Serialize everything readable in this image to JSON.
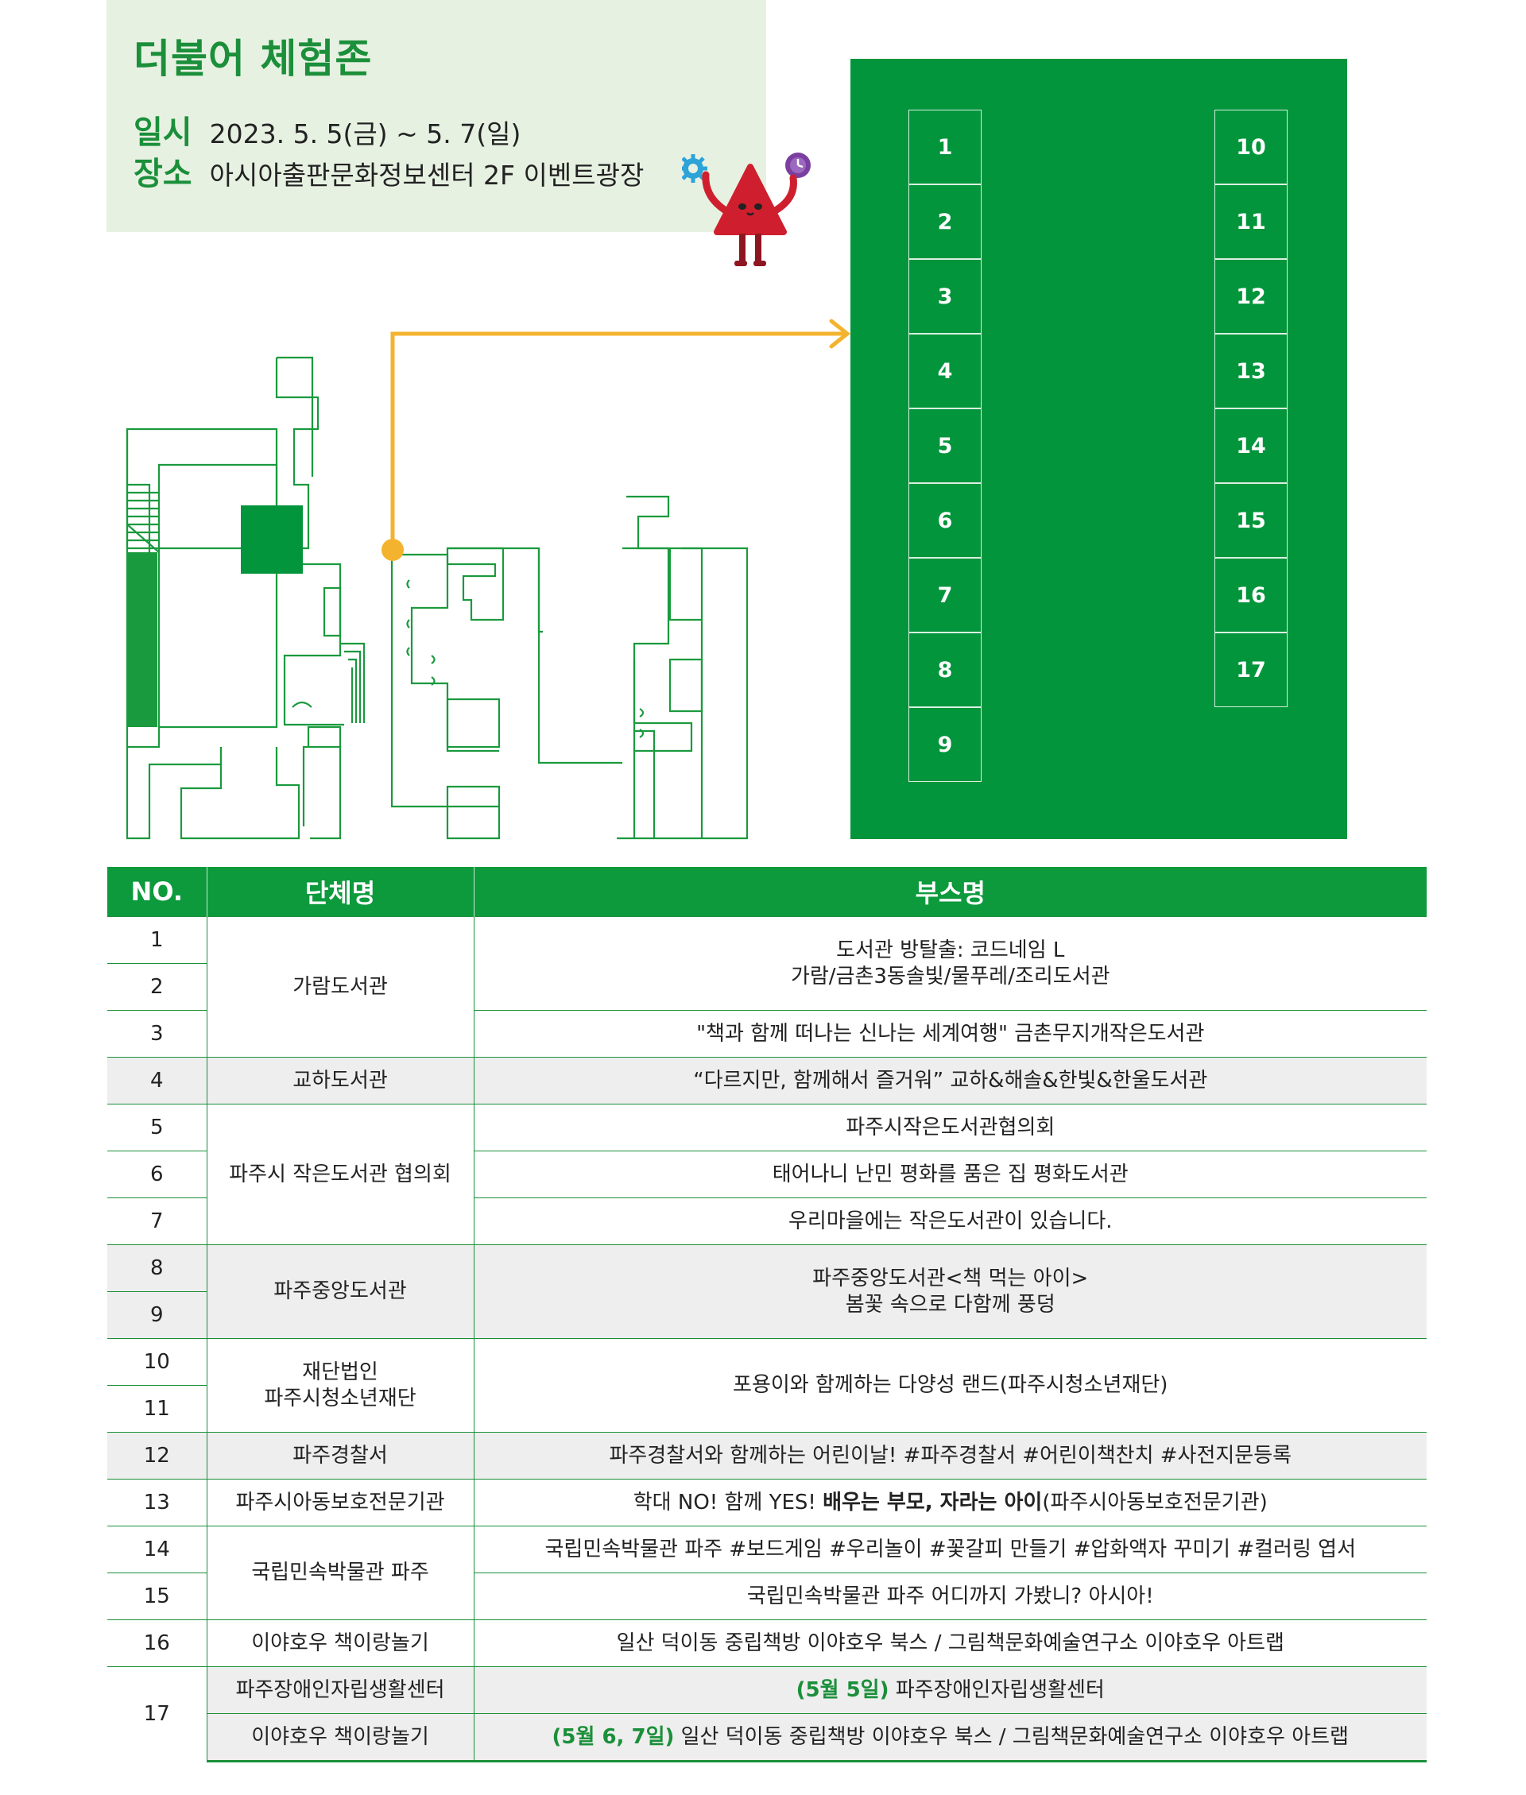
{
  "header": {
    "title": "더불어 체험존",
    "date_label": "일시",
    "date_value": "2023. 5. 5(금) ~ 5. 7(일)",
    "place_label": "장소",
    "place_value": "아시아출판문화정보센터 2F 이벤트광장"
  },
  "booth_map": {
    "left_column": [
      "1",
      "2",
      "3",
      "4",
      "5",
      "6",
      "7",
      "8",
      "9"
    ],
    "right_column": [
      "10",
      "11",
      "12",
      "13",
      "14",
      "15",
      "16",
      "17"
    ]
  },
  "table": {
    "headers": {
      "no": "NO.",
      "org": "단체명",
      "booth": "부스명"
    },
    "rows": {
      "r1": {
        "no": "1",
        "org": "가람도서관",
        "booth": "도서관 방탈출: 코드네임 L\n가람/금촌3동솔빛/물푸레/조리도서관"
      },
      "r2": {
        "no": "2"
      },
      "r3": {
        "no": "3",
        "booth": "\"책과 함께 떠나는 신나는 세계여행\" 금촌무지개작은도서관"
      },
      "r4": {
        "no": "4",
        "org": "교하도서관",
        "booth": "“다르지만, 함께해서 즐거워” 교하&해솔&한빛&한울도서관"
      },
      "r5": {
        "no": "5",
        "org": "파주시 작은도서관 협의회",
        "booth": "파주시작은도서관협의회"
      },
      "r6": {
        "no": "6",
        "booth": "태어나니 난민 평화를 품은 집 평화도서관"
      },
      "r7": {
        "no": "7",
        "booth": "우리마을에는 작은도서관이 있습니다."
      },
      "r8": {
        "no": "8",
        "org": "파주중앙도서관",
        "booth": "파주중앙도서관<책 먹는 아이>\n봄꽃 속으로 다함께 풍덩"
      },
      "r9": {
        "no": "9"
      },
      "r10": {
        "no": "10",
        "org": "재단법인\n파주시청소년재단",
        "booth": "포용이와 함께하는 다양성 랜드(파주시청소년재단)"
      },
      "r11": {
        "no": "11"
      },
      "r12": {
        "no": "12",
        "org": "파주경찰서",
        "booth": "파주경찰서와 함께하는 어린이날! #파주경찰서 #어린이책찬치 #사전지문등록"
      },
      "r13": {
        "no": "13",
        "org": "파주시아동보호전문기관",
        "booth_pre": "학대 NO! 함께 YES! ",
        "booth_bold": "배우는 부모, 자라는 아이",
        "booth_post": "(파주시아동보호전문기관)"
      },
      "r14": {
        "no": "14",
        "org": "국립민속박물관 파주",
        "booth": "국립민속박물관 파주 #보드게임 #우리놀이 #꽃갈피 만들기 #압화액자 꾸미기 #컬러링 엽서"
      },
      "r15": {
        "no": "15",
        "booth": "국립민속박물관 파주 어디까지 가봤니? 아시아!"
      },
      "r16": {
        "no": "16",
        "org": "이야호우 책이랑놀기",
        "booth": "일산 덕이동 중립책방 이야호우 북스 / 그림책문화예술연구소 이야호우 아트랩"
      },
      "r17a": {
        "no": "17",
        "org": "파주장애인자립생활센터",
        "date": "(5월 5일)",
        "booth": " 파주장애인자립생활센터"
      },
      "r17b": {
        "org": "이야호우 책이랑놀기",
        "date": "(5월 6, 7일)",
        "booth": " 일산 덕이동 중립책방 이야호우 북스 / 그림책문화예술연구소 이야호우 아트랩"
      }
    }
  },
  "colors": {
    "brand_green": "#03953b",
    "header_bg": "#e7f1e2",
    "arrow": "#f4b32f",
    "mascot_red": "#cf1f2e",
    "alt_row": "#eeeeee"
  }
}
